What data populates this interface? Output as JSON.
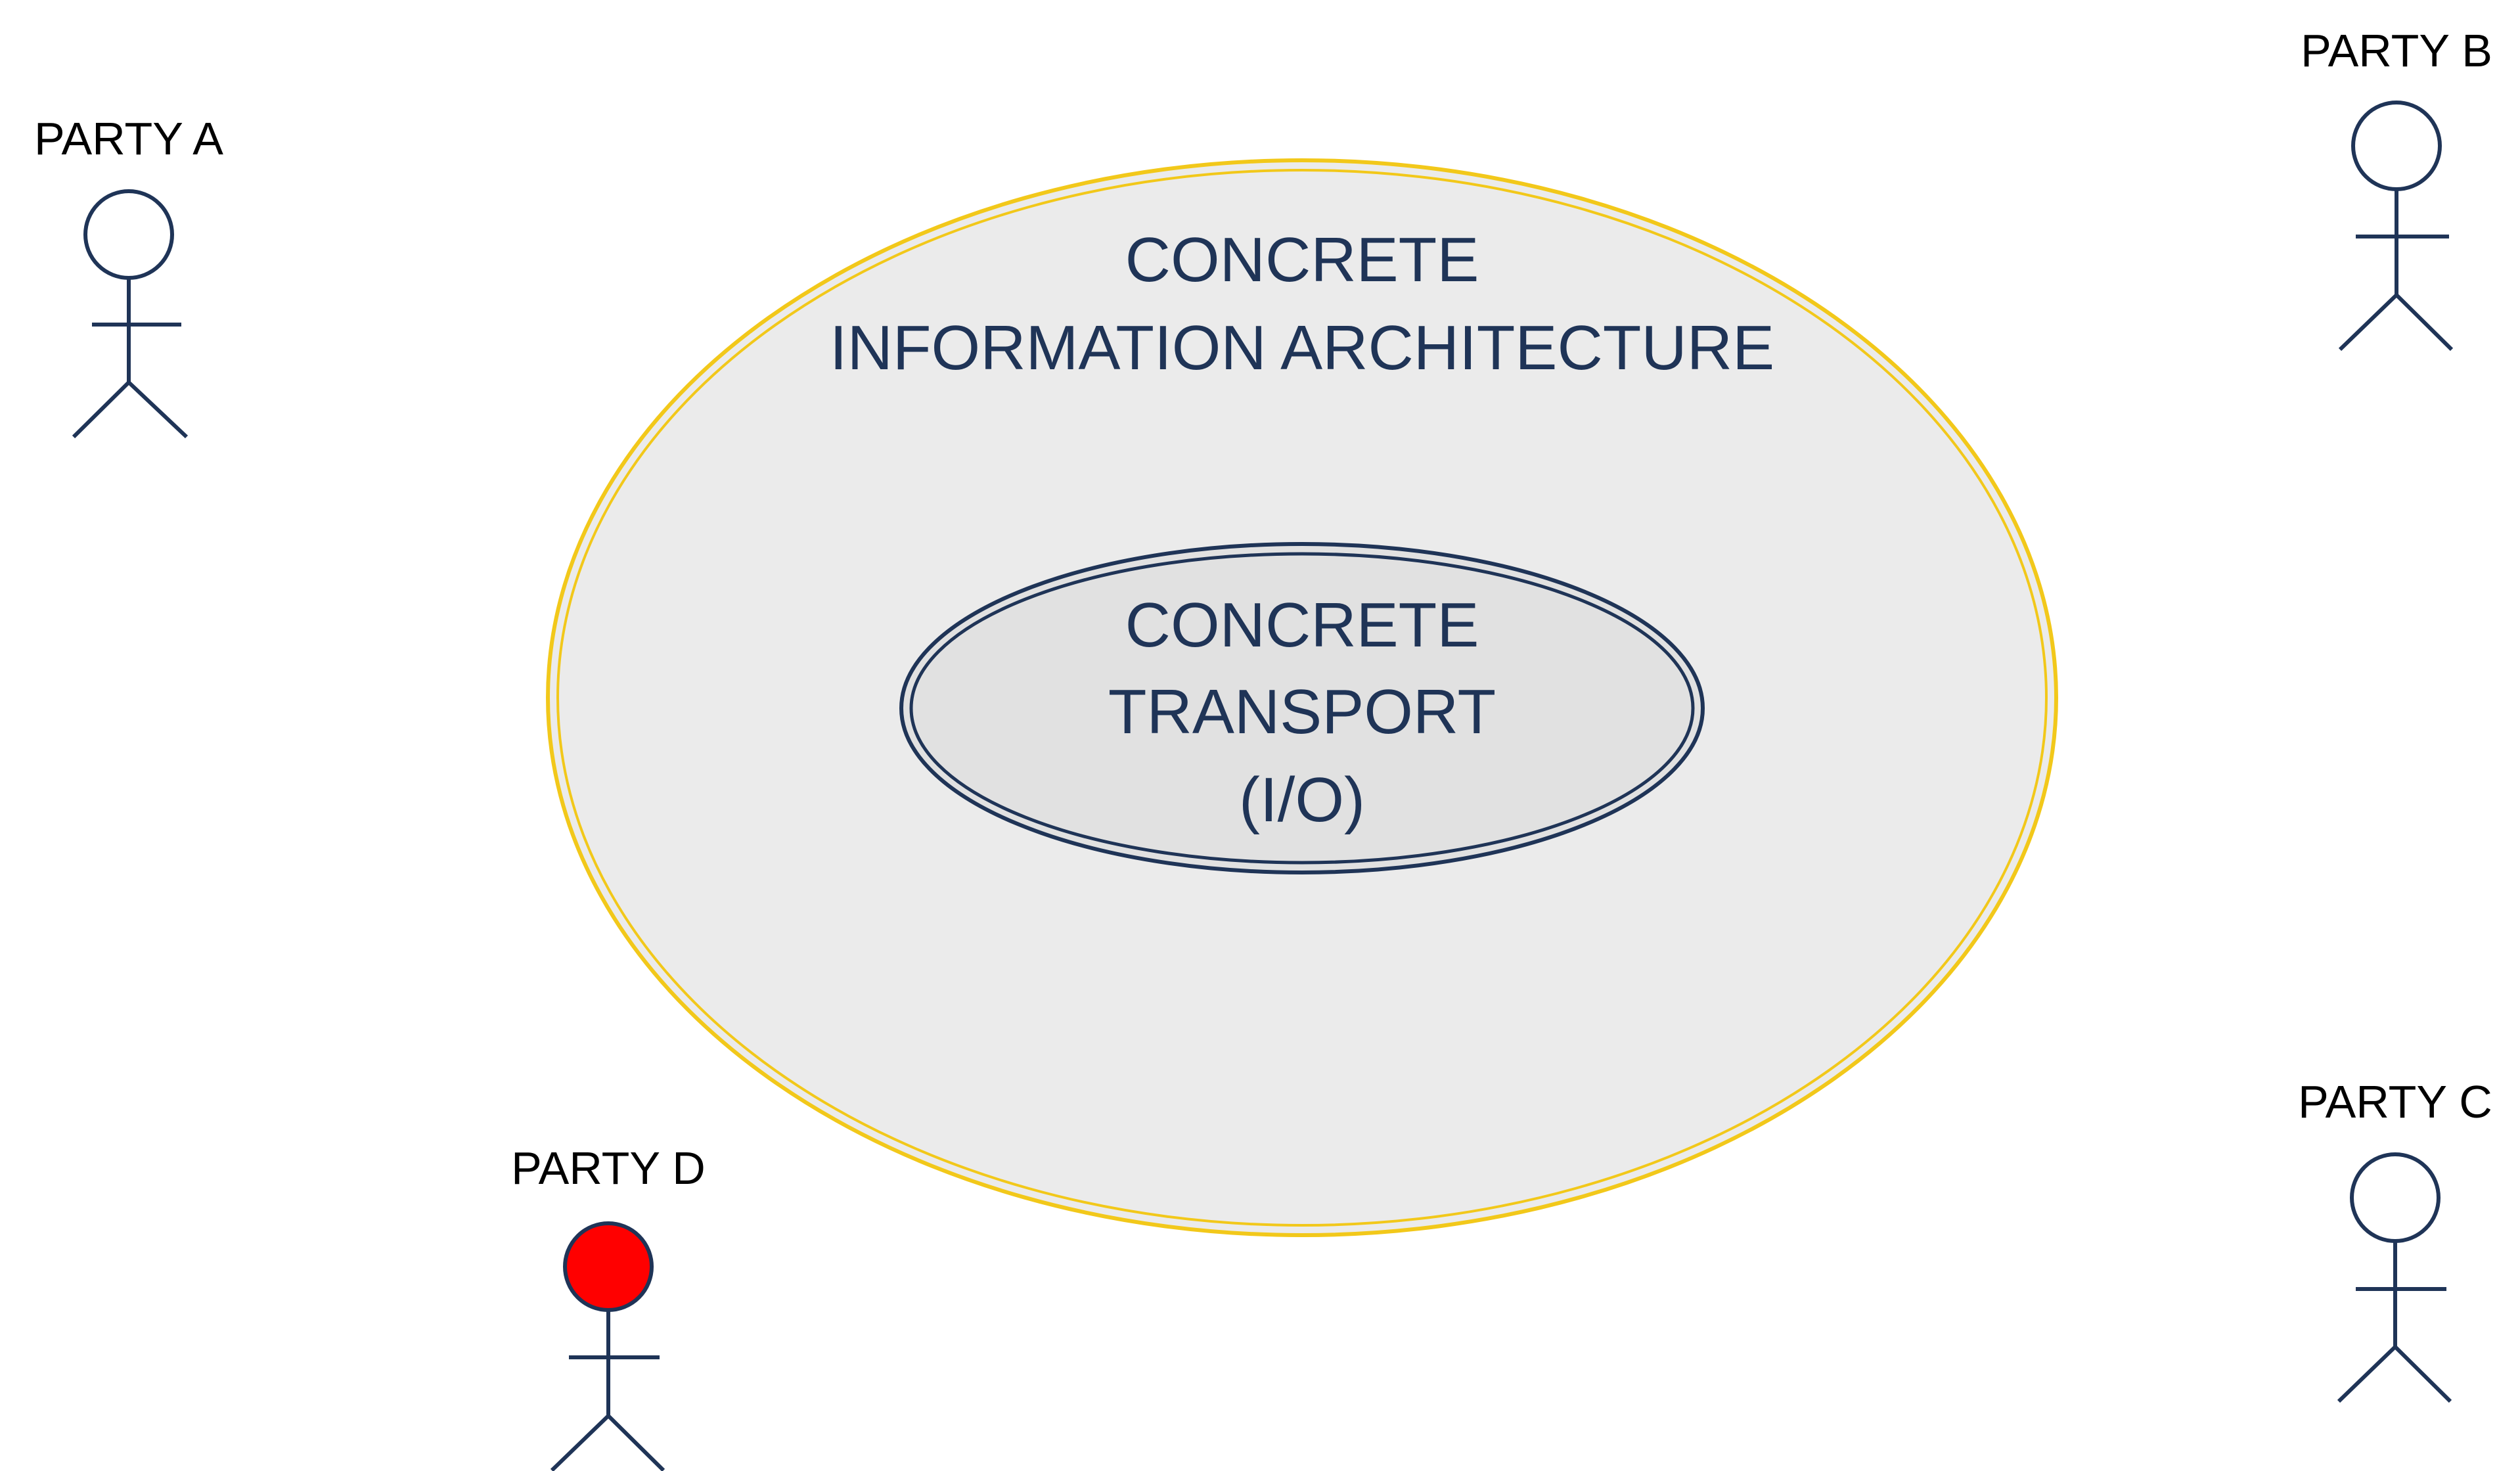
{
  "colors": {
    "figure_stroke": "#1f3457",
    "region_text": "#1f3457",
    "outer_fill": "#ebebeb",
    "outer_border": "#f2c81a",
    "inner_fill": "#e1e1e1",
    "inner_border": "#1f3457",
    "party_d_head": "#ff0000",
    "label_text": "#000000"
  },
  "outer_region": {
    "lines": [
      "CONCRETE",
      "INFORMATION ARCHITECTURE"
    ]
  },
  "inner_region": {
    "lines": [
      "CONCRETE",
      "TRANSPORT",
      "(I/O)"
    ]
  },
  "parties": [
    {
      "id": "party-a",
      "label": "PARTY A",
      "head": "hollow",
      "icon": "stick-figure-icon"
    },
    {
      "id": "party-b",
      "label": "PARTY B",
      "head": "hollow",
      "icon": "stick-figure-icon"
    },
    {
      "id": "party-c",
      "label": "PARTY C",
      "head": "hollow",
      "icon": "stick-figure-icon"
    },
    {
      "id": "party-d",
      "label": "PARTY D",
      "head": "filled-red",
      "icon": "stick-figure-icon"
    }
  ]
}
